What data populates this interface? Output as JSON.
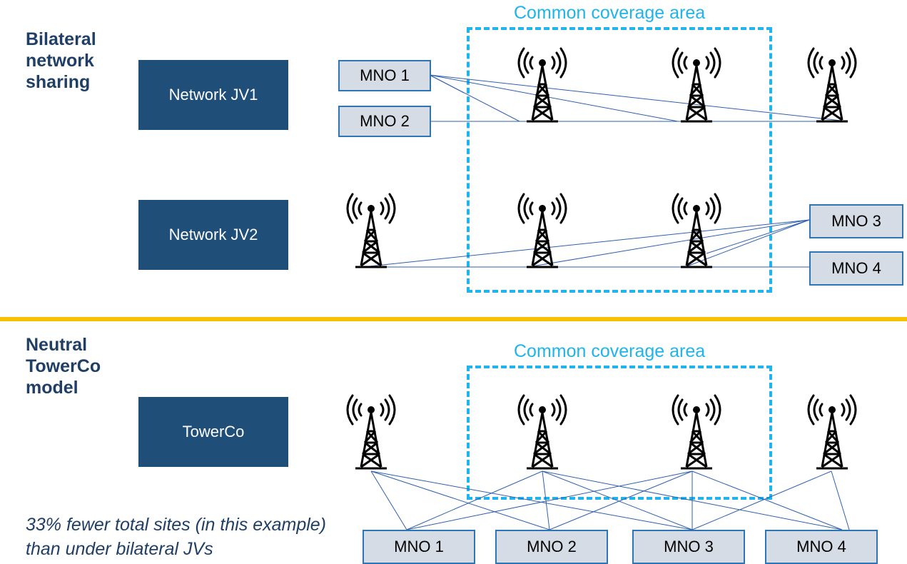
{
  "top": {
    "label": "Bilateral network sharing",
    "jv1": "Network JV1",
    "jv2": "Network JV2",
    "coverage_label": "Common coverage area",
    "mnos": [
      "MNO 1",
      "MNO 2",
      "MNO 3",
      "MNO 4"
    ]
  },
  "bottom": {
    "label": "Neutral TowerCo model",
    "towerco": "TowerCo",
    "coverage_label": "Common coverage area",
    "mnos": [
      "MNO 1",
      "MNO 2",
      "MNO 3",
      "MNO 4"
    ],
    "note": "33% fewer total sites (in this example) than under bilateral JVs"
  },
  "colors": {
    "navy": "#1f4e79",
    "coverage": "#1fb4ec",
    "divider": "#f7c100",
    "mno_fill": "#d6dce5",
    "link": "#2e5fae",
    "label": "#1f3f66"
  },
  "icons": {
    "tower": "radio-tower-icon"
  }
}
